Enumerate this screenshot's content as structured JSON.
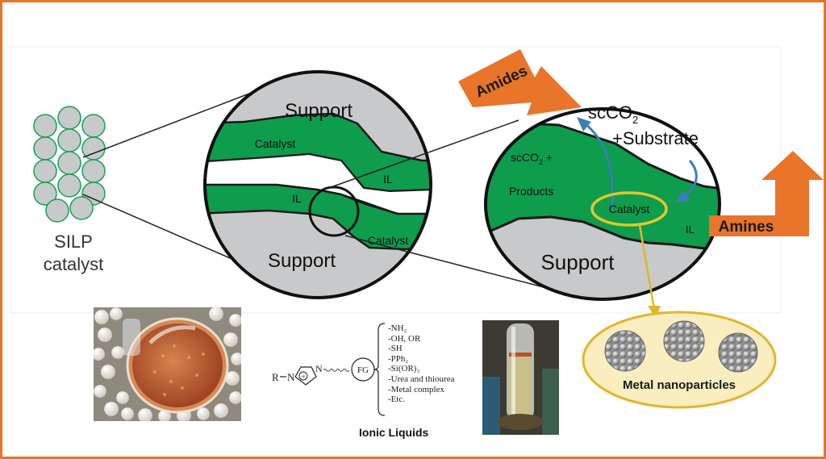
{
  "silp": {
    "line1": "SILP",
    "line2": "catalyst"
  },
  "zoom1": {
    "support_top": "Support",
    "support_bottom": "Support",
    "catalyst_upper": "Catalyst",
    "catalyst_lower": "Catalyst",
    "il_upper": "IL",
    "il_lower": "IL"
  },
  "zoom2": {
    "scco2_label": "scCO",
    "scco2_sub": "2",
    "substrate": "+Substrate",
    "products_line1": "scCO",
    "products_sub": "2",
    "products_plus": " +",
    "products_line2": "Products",
    "catalyst": "Catalyst",
    "il": "IL",
    "support": "Support"
  },
  "arrows": {
    "amides": "Amides",
    "amines": "Amines"
  },
  "nanoparticles": {
    "label": "Metal nanoparticles"
  },
  "ionic_liquid": {
    "caption": "Ionic Liquids",
    "r_label": "R",
    "n_label": "N",
    "plus": "+",
    "fg": "FG",
    "groups": [
      "-NH₂",
      "-OH, OR",
      "-SH",
      "-PPh₂",
      "-Si(OR)₃",
      "-Urea and thiourea",
      "-Metal complex",
      "-Etc."
    ]
  },
  "colors": {
    "frame": "#e2762a",
    "support_gray": "#c8c9cb",
    "il_green": "#0e9c4d",
    "arrow_orange": "#e8752a",
    "flow_blue": "#3a7fb5",
    "catalyst_ring": "#e2c62a",
    "np_bubble": "#f8eec0"
  }
}
